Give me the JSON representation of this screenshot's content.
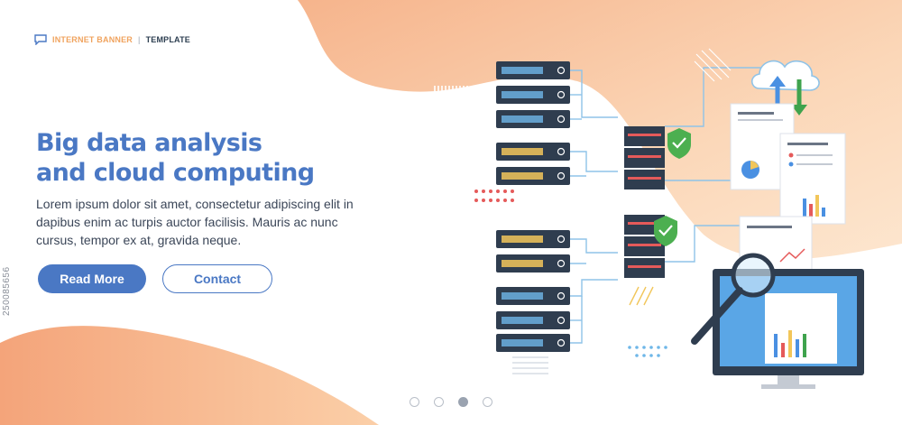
{
  "brand": {
    "label1": "INTERNET BANNER",
    "separator": "|",
    "label2": "TEMPLATE",
    "icon": "chat-bubble-icon"
  },
  "hero": {
    "title_line1": "Big data analysis",
    "title_line2": "and cloud computing",
    "body": "Lorem ipsum dolor sit amet, consectetur adipiscing elit in dapibus enim ac turpis auctor facilisis. Mauris ac nunc cursus, tempor ex at, gravida neque."
  },
  "buttons": {
    "primary": "Read More",
    "secondary": "Contact"
  },
  "watermark": "250085656",
  "pagination": {
    "count": 4,
    "active_index": 2
  },
  "colors": {
    "accent": "#4a78c4",
    "orange": "#f2a97c",
    "peach": "#f9d3b6",
    "dark": "#2f3d4f",
    "green": "#4caf50"
  },
  "illustration": {
    "icons": [
      "server-rack-icon",
      "database-server-icon",
      "shield-check-icon",
      "cloud-sync-icon",
      "document-report-icon",
      "magnifier-icon",
      "monitor-icon"
    ]
  }
}
